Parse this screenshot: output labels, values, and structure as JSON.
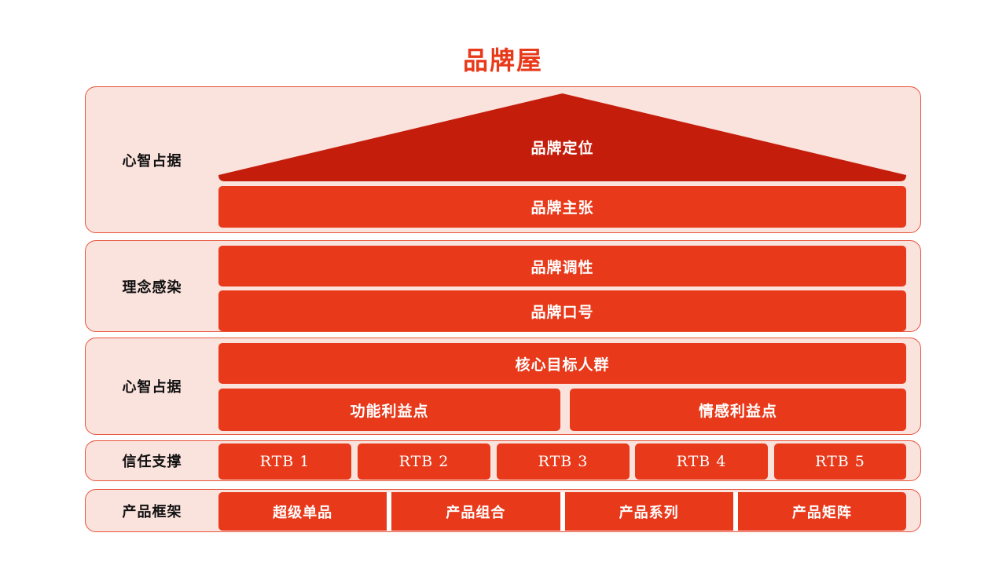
{
  "title": "品牌屋",
  "colors": {
    "accent": "#e8391a",
    "roof": "#c51d0b",
    "panel": "#fae2dd",
    "border": "#e8533a",
    "text_light": "#ffffff",
    "text_dark": "#111111"
  },
  "sections": [
    {
      "label": "心智占据",
      "rows": [
        {
          "kind": "roof",
          "items": [
            {
              "text": "品牌定位"
            }
          ]
        },
        {
          "kind": "single",
          "items": [
            {
              "text": "品牌主张"
            }
          ]
        }
      ]
    },
    {
      "label": "理念感染",
      "rows": [
        {
          "kind": "single",
          "items": [
            {
              "text": "品牌调性"
            }
          ]
        },
        {
          "kind": "single",
          "items": [
            {
              "text": "品牌口号"
            }
          ]
        }
      ]
    },
    {
      "label": "心智占据",
      "rows": [
        {
          "kind": "single",
          "items": [
            {
              "text": "核心目标人群"
            }
          ]
        },
        {
          "kind": "split2",
          "items": [
            {
              "text": "功能利益点"
            },
            {
              "text": "情感利益点"
            }
          ]
        }
      ]
    },
    {
      "label": "信任支撑",
      "rows": [
        {
          "kind": "split5",
          "items": [
            {
              "text": "RTB 1"
            },
            {
              "text": "RTB 2"
            },
            {
              "text": "RTB 3"
            },
            {
              "text": "RTB 4"
            },
            {
              "text": "RTB 5"
            }
          ]
        }
      ]
    },
    {
      "label": "产品框架",
      "rows": [
        {
          "kind": "strip4",
          "items": [
            {
              "text": "超级单品"
            },
            {
              "text": "产品组合"
            },
            {
              "text": "产品系列"
            },
            {
              "text": "产品矩阵"
            }
          ]
        }
      ]
    }
  ]
}
